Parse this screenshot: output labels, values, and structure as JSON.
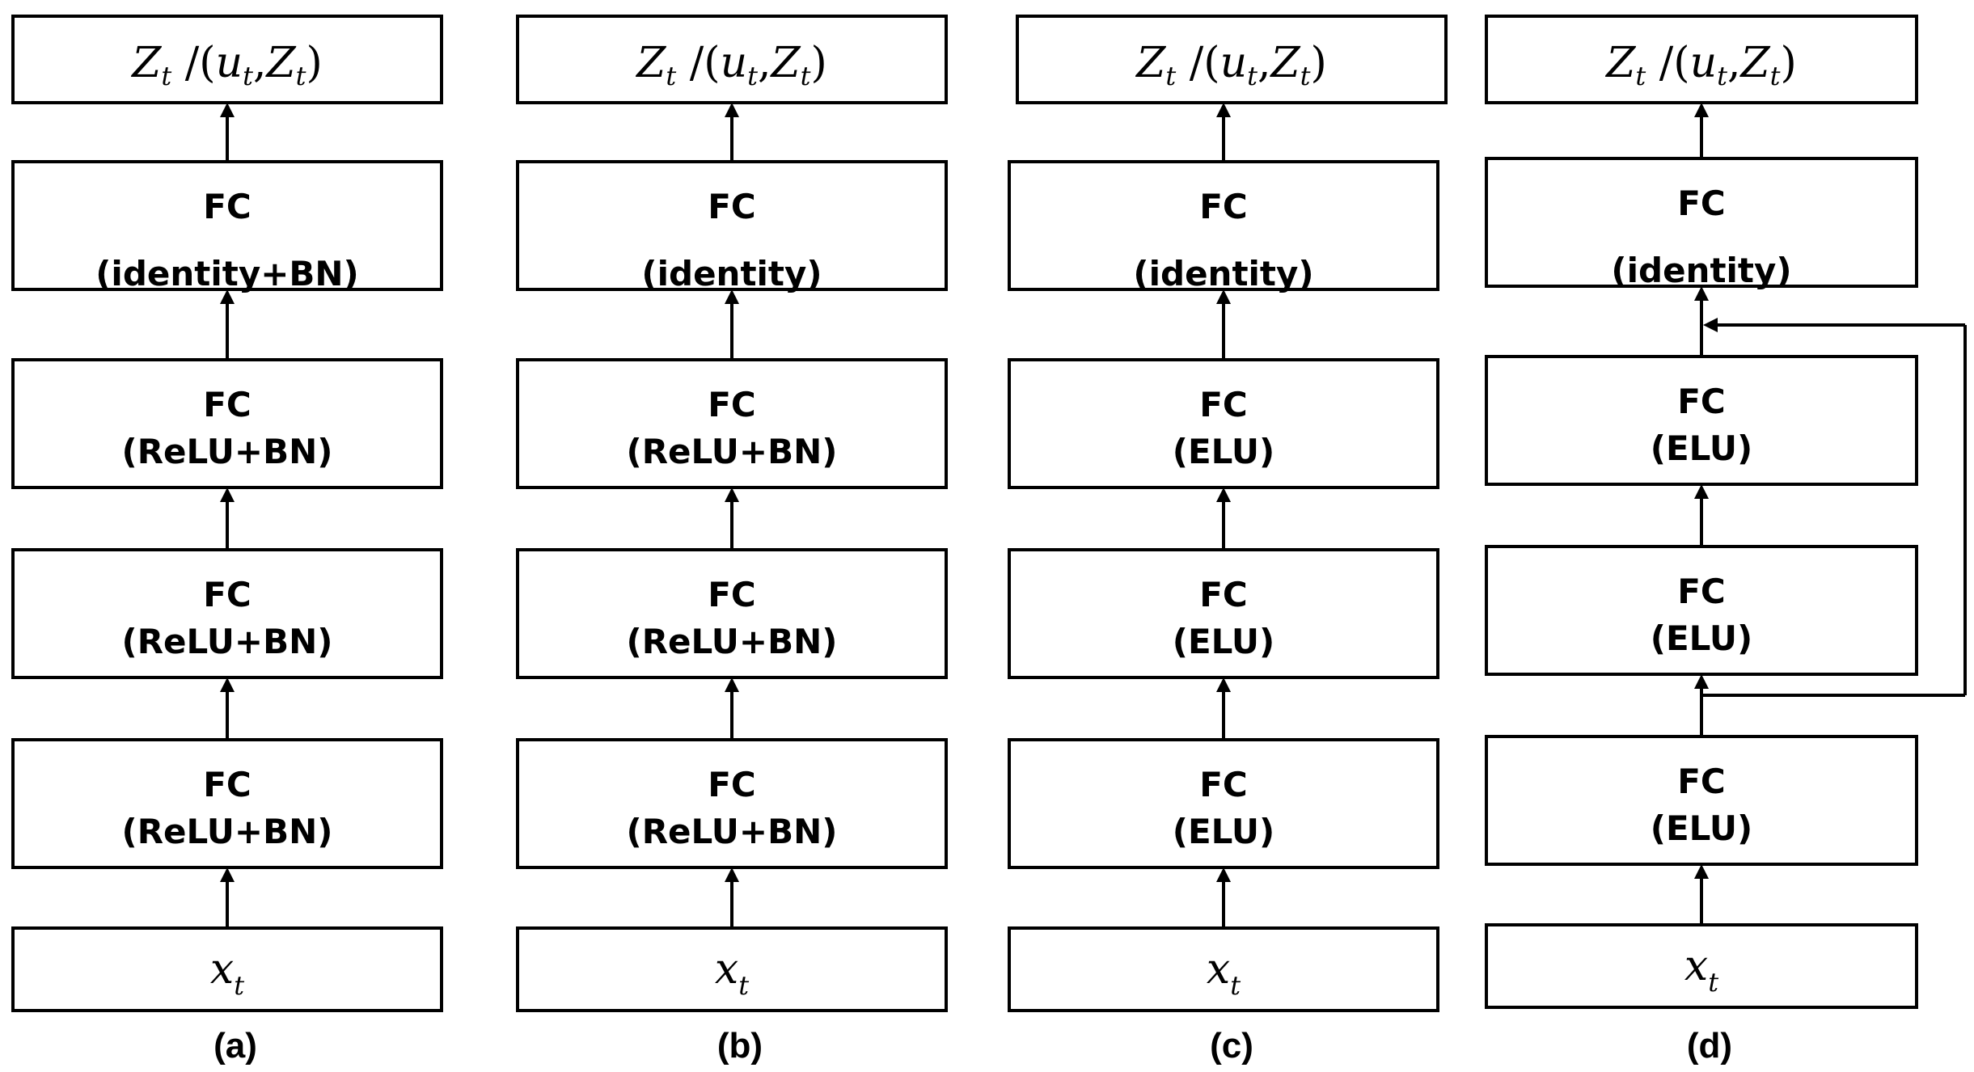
{
  "columns": [
    {
      "caption": "(a)",
      "output": {
        "Z": "Z",
        "t": "t",
        "slash": "/(",
        "u": "u",
        "comma": ",",
        "close": ")"
      },
      "blocks": [
        {
          "title": "FC",
          "sub": "(identity+BN)"
        },
        {
          "title": "FC",
          "sub": "(ReLU+BN)"
        },
        {
          "title": "FC",
          "sub": "(ReLU+BN)"
        },
        {
          "title": "FC",
          "sub": "(ReLU+BN)"
        }
      ],
      "input": {
        "x": "x",
        "t": "t"
      }
    },
    {
      "caption": "(b)",
      "output": {
        "Z": "Z",
        "t": "t",
        "slash": "/(",
        "u": "u",
        "comma": ",",
        "close": ")"
      },
      "blocks": [
        {
          "title": "FC",
          "sub": "(identity)"
        },
        {
          "title": "FC",
          "sub": "(ReLU+BN)"
        },
        {
          "title": "FC",
          "sub": "(ReLU+BN)"
        },
        {
          "title": "FC",
          "sub": "(ReLU+BN)"
        }
      ],
      "input": {
        "x": "x",
        "t": "t"
      }
    },
    {
      "caption": "(c)",
      "output": {
        "Z": "Z",
        "t": "t",
        "slash": "/(",
        "u": "u",
        "comma": ",",
        "close": ")"
      },
      "blocks": [
        {
          "title": "FC",
          "sub": "(identity)"
        },
        {
          "title": "FC",
          "sub": "(ELU)"
        },
        {
          "title": "FC",
          "sub": "(ELU)"
        },
        {
          "title": "FC",
          "sub": "(ELU)"
        }
      ],
      "input": {
        "x": "x",
        "t": "t"
      }
    },
    {
      "caption": "(d)",
      "output": {
        "Z": "Z",
        "t": "t",
        "slash": "/(",
        "u": "u",
        "comma": ",",
        "close": ")"
      },
      "blocks": [
        {
          "title": "FC",
          "sub": "(identity)"
        },
        {
          "title": "FC",
          "sub": "(ELU)"
        },
        {
          "title": "FC",
          "sub": "(ELU)"
        },
        {
          "title": "FC",
          "sub": "(ELU)"
        }
      ],
      "input": {
        "x": "x",
        "t": "t"
      }
    }
  ]
}
